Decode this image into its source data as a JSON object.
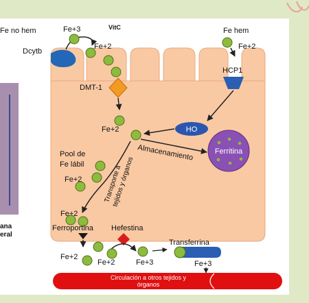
{
  "colors": {
    "background": "#dfe9c6",
    "panel": "#ffffff",
    "cell": "#f9c9a3",
    "cell_stroke": "#e9a97c",
    "iron_green": "#8dbb3e",
    "iron_stroke": "#4f6e1b",
    "dcytb_blue": "#2367b8",
    "hcp1_blue": "#2a5fb3",
    "dmt1_orange": "#f39a22",
    "ho_blue": "#2a56b0",
    "ferritin_purple": "#8a50b4",
    "ferroportina_black": "#1a1a1a",
    "hefestina_red": "#d91c1c",
    "circulation_red": "#e01010",
    "arrow": "#222222",
    "side_photo": "#a98fae",
    "decor_pink": "#e8a0a0"
  },
  "left_partial": {
    "line1": "ana",
    "line2": "eral"
  },
  "labels": {
    "fe_no_hem": "Fe no hem",
    "fe3_top": "Fe+3",
    "vitc": "VitC",
    "fe2_top": "Fe+2",
    "dcytb": "Dcytb",
    "fe_hem": "Fe hem",
    "fe2_hem": "Fe+2",
    "hcp1": "HCP1",
    "dmt1": "DMT-1",
    "fe2_center": "Fe+2",
    "ho": "HO",
    "ferritina": "Ferritina",
    "almacenamiento": "Almacenamiento",
    "pool_line1": "Pool de",
    "pool_line2": "Fe lábil",
    "fe2_pool": "Fe+2",
    "transporte_line1": "Transporte a",
    "transporte_line2": "tejidos y órganos",
    "fe2_ferroportina": "Fe+2",
    "ferroportina": "Ferroportina",
    "hefestina": "Hefestina",
    "transferrina": "Transferrina",
    "fe2_out": "Fe+2",
    "fe2_out2": "Fe+2",
    "fe3_out": "Fe+3",
    "fe3_transferrina": "Fe+3",
    "circulacion_line1": "Circulación a otros tejidos y",
    "circulacion_line2": "órganos"
  }
}
